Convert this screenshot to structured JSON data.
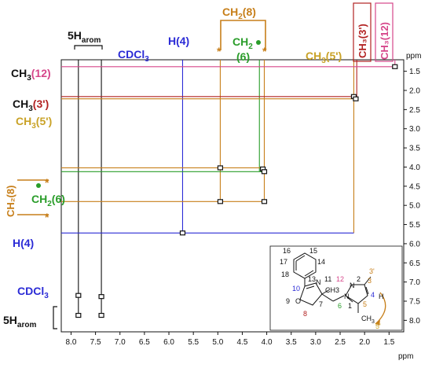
{
  "chart_data": {
    "type": "scatter",
    "xlabel": "ppm",
    "ylabel": "ppm",
    "xlim": [
      8.2,
      1.2
    ],
    "ylim": [
      1.2,
      8.3
    ],
    "x_ticks": [
      8.0,
      7.5,
      7.0,
      6.5,
      6.0,
      5.5,
      5.0,
      4.5,
      4.0,
      3.5,
      3.0,
      2.5,
      2.0,
      1.5
    ],
    "y_ticks": [
      1.5,
      2.0,
      2.5,
      3.0,
      3.5,
      4.0,
      4.5,
      5.0,
      5.5,
      6.0,
      6.5,
      7.0,
      7.5,
      8.0
    ],
    "grid": false,
    "cross_peaks": [
      {
        "x": 1.38,
        "y": 1.38
      },
      {
        "x": 2.22,
        "y": 2.16
      },
      {
        "x": 2.18,
        "y": 2.22
      },
      {
        "x": 4.95,
        "y": 4.02
      },
      {
        "x": 4.08,
        "y": 4.05
      },
      {
        "x": 4.05,
        "y": 4.12
      },
      {
        "x": 4.95,
        "y": 4.9
      },
      {
        "x": 4.05,
        "y": 4.9
      },
      {
        "x": 5.72,
        "y": 5.72
      },
      {
        "x": 7.85,
        "y": 7.35
      },
      {
        "x": 7.38,
        "y": 7.38
      },
      {
        "x": 7.85,
        "y": 7.87
      },
      {
        "x": 7.38,
        "y": 7.87
      }
    ],
    "vertical_lines": [
      {
        "x": 7.85,
        "y_end": 7.9,
        "color": "#111111"
      },
      {
        "x": 7.38,
        "y_end": 7.9,
        "color": "#111111"
      },
      {
        "x": 5.72,
        "y_end": 5.72,
        "color": "#2b2bd6"
      },
      {
        "x": 4.95,
        "y_end": 4.92,
        "color": "#c77f1a"
      },
      {
        "x": 4.15,
        "y_end": 4.12,
        "color": "#2a9d2a"
      },
      {
        "x": 4.05,
        "y_end": 4.92,
        "color": "#c77f1a"
      },
      {
        "x": 2.22,
        "y_end": 5.72,
        "color": "#c77f1a"
      },
      {
        "x": 2.16,
        "y_end": 2.22,
        "color": "#b22222"
      },
      {
        "x": 1.38,
        "y_end": 1.38,
        "color": "#d6468a"
      }
    ],
    "horizontal_lines": [
      {
        "y": 1.38,
        "x_end": 1.38,
        "color": "#d6468a"
      },
      {
        "y": 2.16,
        "x_end": 2.22,
        "color": "#b22222"
      },
      {
        "y": 2.22,
        "x_end": 2.16,
        "color": "#c77f1a"
      },
      {
        "y": 4.02,
        "x_end": 4.05,
        "color": "#c77f1a"
      },
      {
        "y": 4.12,
        "x_end": 4.05,
        "color": "#2a9d2a"
      },
      {
        "y": 4.9,
        "x_end": 4.05,
        "color": "#c77f1a"
      },
      {
        "y": 5.72,
        "x_end": 2.22,
        "color": "#2b2bd6"
      }
    ]
  },
  "labels": {
    "top_5h": "5H",
    "top_5h_sub": "arom",
    "top_cdcl3": "CDCl",
    "cdcl3_sub": "3",
    "top_h4": "H(4)",
    "top_ch2_8": "CH",
    "ch2_sub": "2",
    "label_8": "(8)",
    "top_ch2_6": "CH",
    "label_6": "(6)",
    "top_ch3_5p": "CH",
    "ch3_sub": "3",
    "label_5p": "(5')",
    "top_ch3_3p_vert": "CH₃(3')",
    "top_ch3_12_vert": "CH₃(12)",
    "left_ch3_12": "CH",
    "label_12": "(12)",
    "left_ch3_3p": "CH",
    "label_3p": "(3')",
    "left_ch3_5p": "CH",
    "left_ch2_8_vert": "CH₂(8)",
    "left_ch2_6": "CH",
    "left_h4": "H(4)",
    "left_cdcl3": "CDCl",
    "left_5h": "5H",
    "asterisk": "*"
  },
  "structure": {
    "atoms": [
      "16",
      "15",
      "17",
      "14",
      "18",
      "13",
      "10",
      "N",
      "11",
      "12",
      "CH3",
      "9",
      "O",
      "7",
      "8",
      "6",
      "N",
      "1",
      "2",
      "3",
      "3'",
      "N",
      "4",
      "H",
      "5",
      "CH3",
      "5'"
    ],
    "ch3_label": "CH",
    "ch3_sub": "3"
  },
  "colors": {
    "black": "#111111",
    "blue": "#2b2bd6",
    "orange": "#c77f1a",
    "green": "#2a9d2a",
    "red": "#b22222",
    "pink": "#d6468a",
    "tan": "#c9a227"
  }
}
